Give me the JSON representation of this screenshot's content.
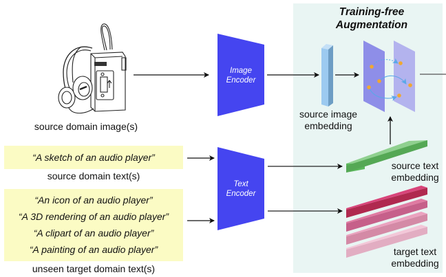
{
  "augmentation": {
    "title_line1": "Training-free",
    "title_line2": "Augmentation"
  },
  "source_image": {
    "label": "source domain image(s)",
    "icon": "audio-player-with-headphones-sketch"
  },
  "encoders": {
    "image_line1": "Image",
    "image_line2": "Encoder",
    "text_line1": "Text",
    "text_line2": "Encoder",
    "color": "#4545f0"
  },
  "source_text": {
    "prompt": "“A sketch of an audio player”",
    "label": "source domain text(s)"
  },
  "target_text": {
    "prompts": [
      "“An icon of an audio player”",
      "“A 3D rendering of an audio player”",
      "“A clipart of an audio player”",
      "“A painting of an audio player”"
    ],
    "label": "unseen target domain text(s)"
  },
  "embeddings": {
    "source_image_line1": "source image",
    "source_image_line2": "embedding",
    "source_text_line1": "source text",
    "source_text_line2": "embedding",
    "target_text_line1": "target text",
    "target_text_line2": "embedding"
  },
  "colors": {
    "panel_bg": "#e9f5f3",
    "prompt_box": "#fbfbc4",
    "image_embedding": "#9ccaf0",
    "source_text_embedding": "#5cb85c",
    "target_text_embeddings": [
      "#c8305f",
      "#d86b93",
      "#e69bb6",
      "#efc2d3"
    ],
    "feature_point": "#f0a830"
  }
}
